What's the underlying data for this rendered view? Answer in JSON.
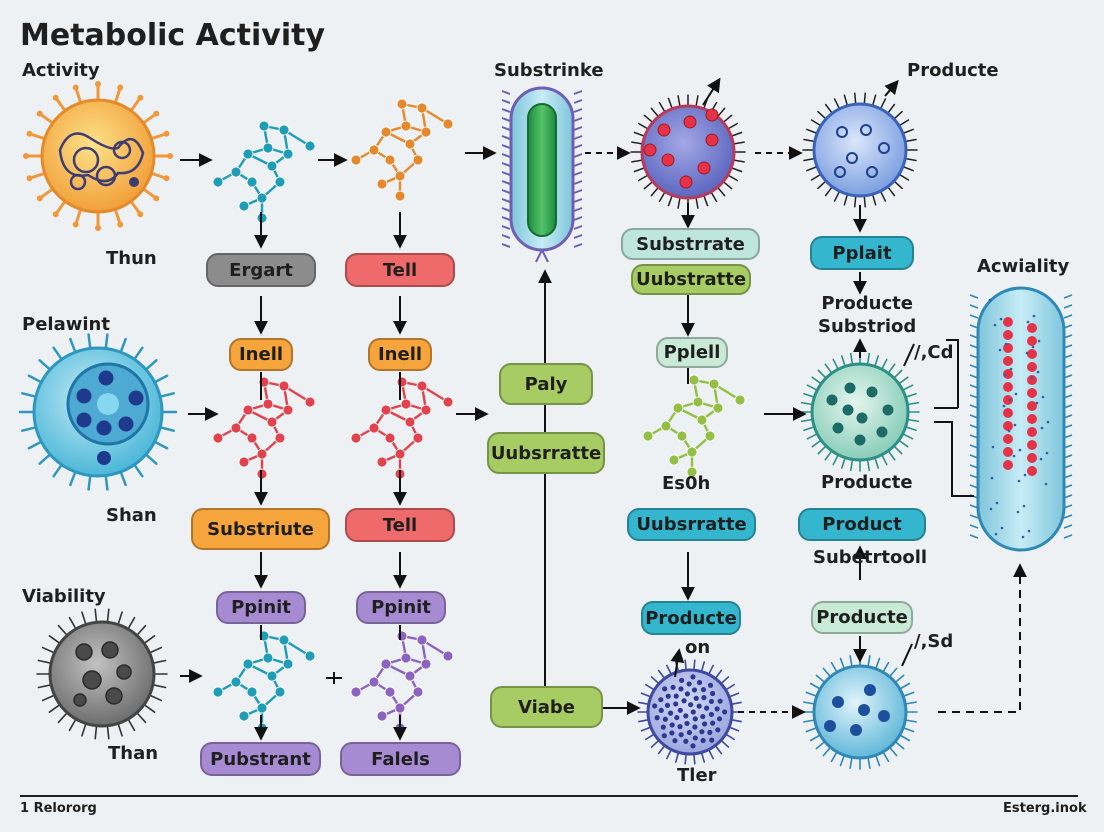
{
  "title": "Metabolic Activity",
  "section_labels": {
    "activity": "Activity",
    "pelawint": "Pelawint",
    "viability": "Viability",
    "substrinke": "Substrinke",
    "producte_top": "Producte",
    "acwiality": "Acwiality"
  },
  "cell_labels": {
    "thun": "Thun",
    "shan": "Shan",
    "than": "Than",
    "es0h": "Es0h",
    "tler": "Tler",
    "on": "on",
    "cd": "/,Cd",
    "sd": "/,Sd"
  },
  "text_labels": {
    "producte_substriod": "Producte\nSubstriod",
    "producte_mid": "Producte",
    "subetrtooll": "Subetrtooll"
  },
  "pills": {
    "ergart": "Ergart",
    "tell_top": "Tell",
    "inell_1": "Inell",
    "inell_2": "Inell",
    "substriute": "Substriute",
    "tell_mid": "Tell",
    "ppinit_1": "Ppinit",
    "ppinit_2": "Ppinit",
    "pubstrant": "Pubstrant",
    "falels": "Falels",
    "paly": "Paly",
    "uubsrratte_1": "Uubsrratte",
    "viabe": "Viabe",
    "substrrate": "Substrrate",
    "uubstratte": "Uubstratte",
    "pplell": "Pplell",
    "uubsrratte_2": "Uubsrratte",
    "producte_pill": "Producte",
    "pplait": "Pplait",
    "product": "Product",
    "producte_pill2": "Producte"
  },
  "footer": {
    "left": "1 Relororg",
    "right": "Esterg.inok"
  },
  "colors": {
    "gray": "#8c8c8c",
    "red": "#ef6b6b",
    "orange": "#f6a43c",
    "purple": "#a78bd2",
    "green": "#a6cc63",
    "teal": "#34b6cf",
    "mint": "#bfe6dc",
    "mint2": "#c9ead7",
    "background": "#edf1f3"
  }
}
